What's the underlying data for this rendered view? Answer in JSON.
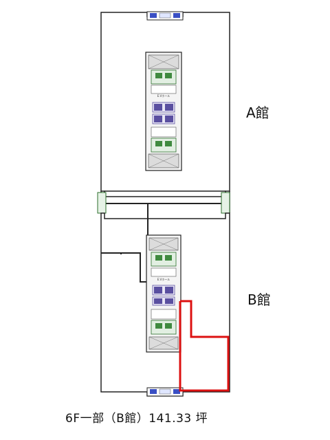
{
  "buildings": {
    "a": {
      "label": "A館"
    },
    "b": {
      "label": "B館"
    }
  },
  "caption": "6F一部（B館）141.33 坪",
  "elevator_hall_label": "E.Vホール",
  "colors": {
    "wall": "#222222",
    "highlight": "#dd1111",
    "stair": "#2b6e2b",
    "elevator": "#5a4fa0",
    "core": "#cfcfcf"
  }
}
